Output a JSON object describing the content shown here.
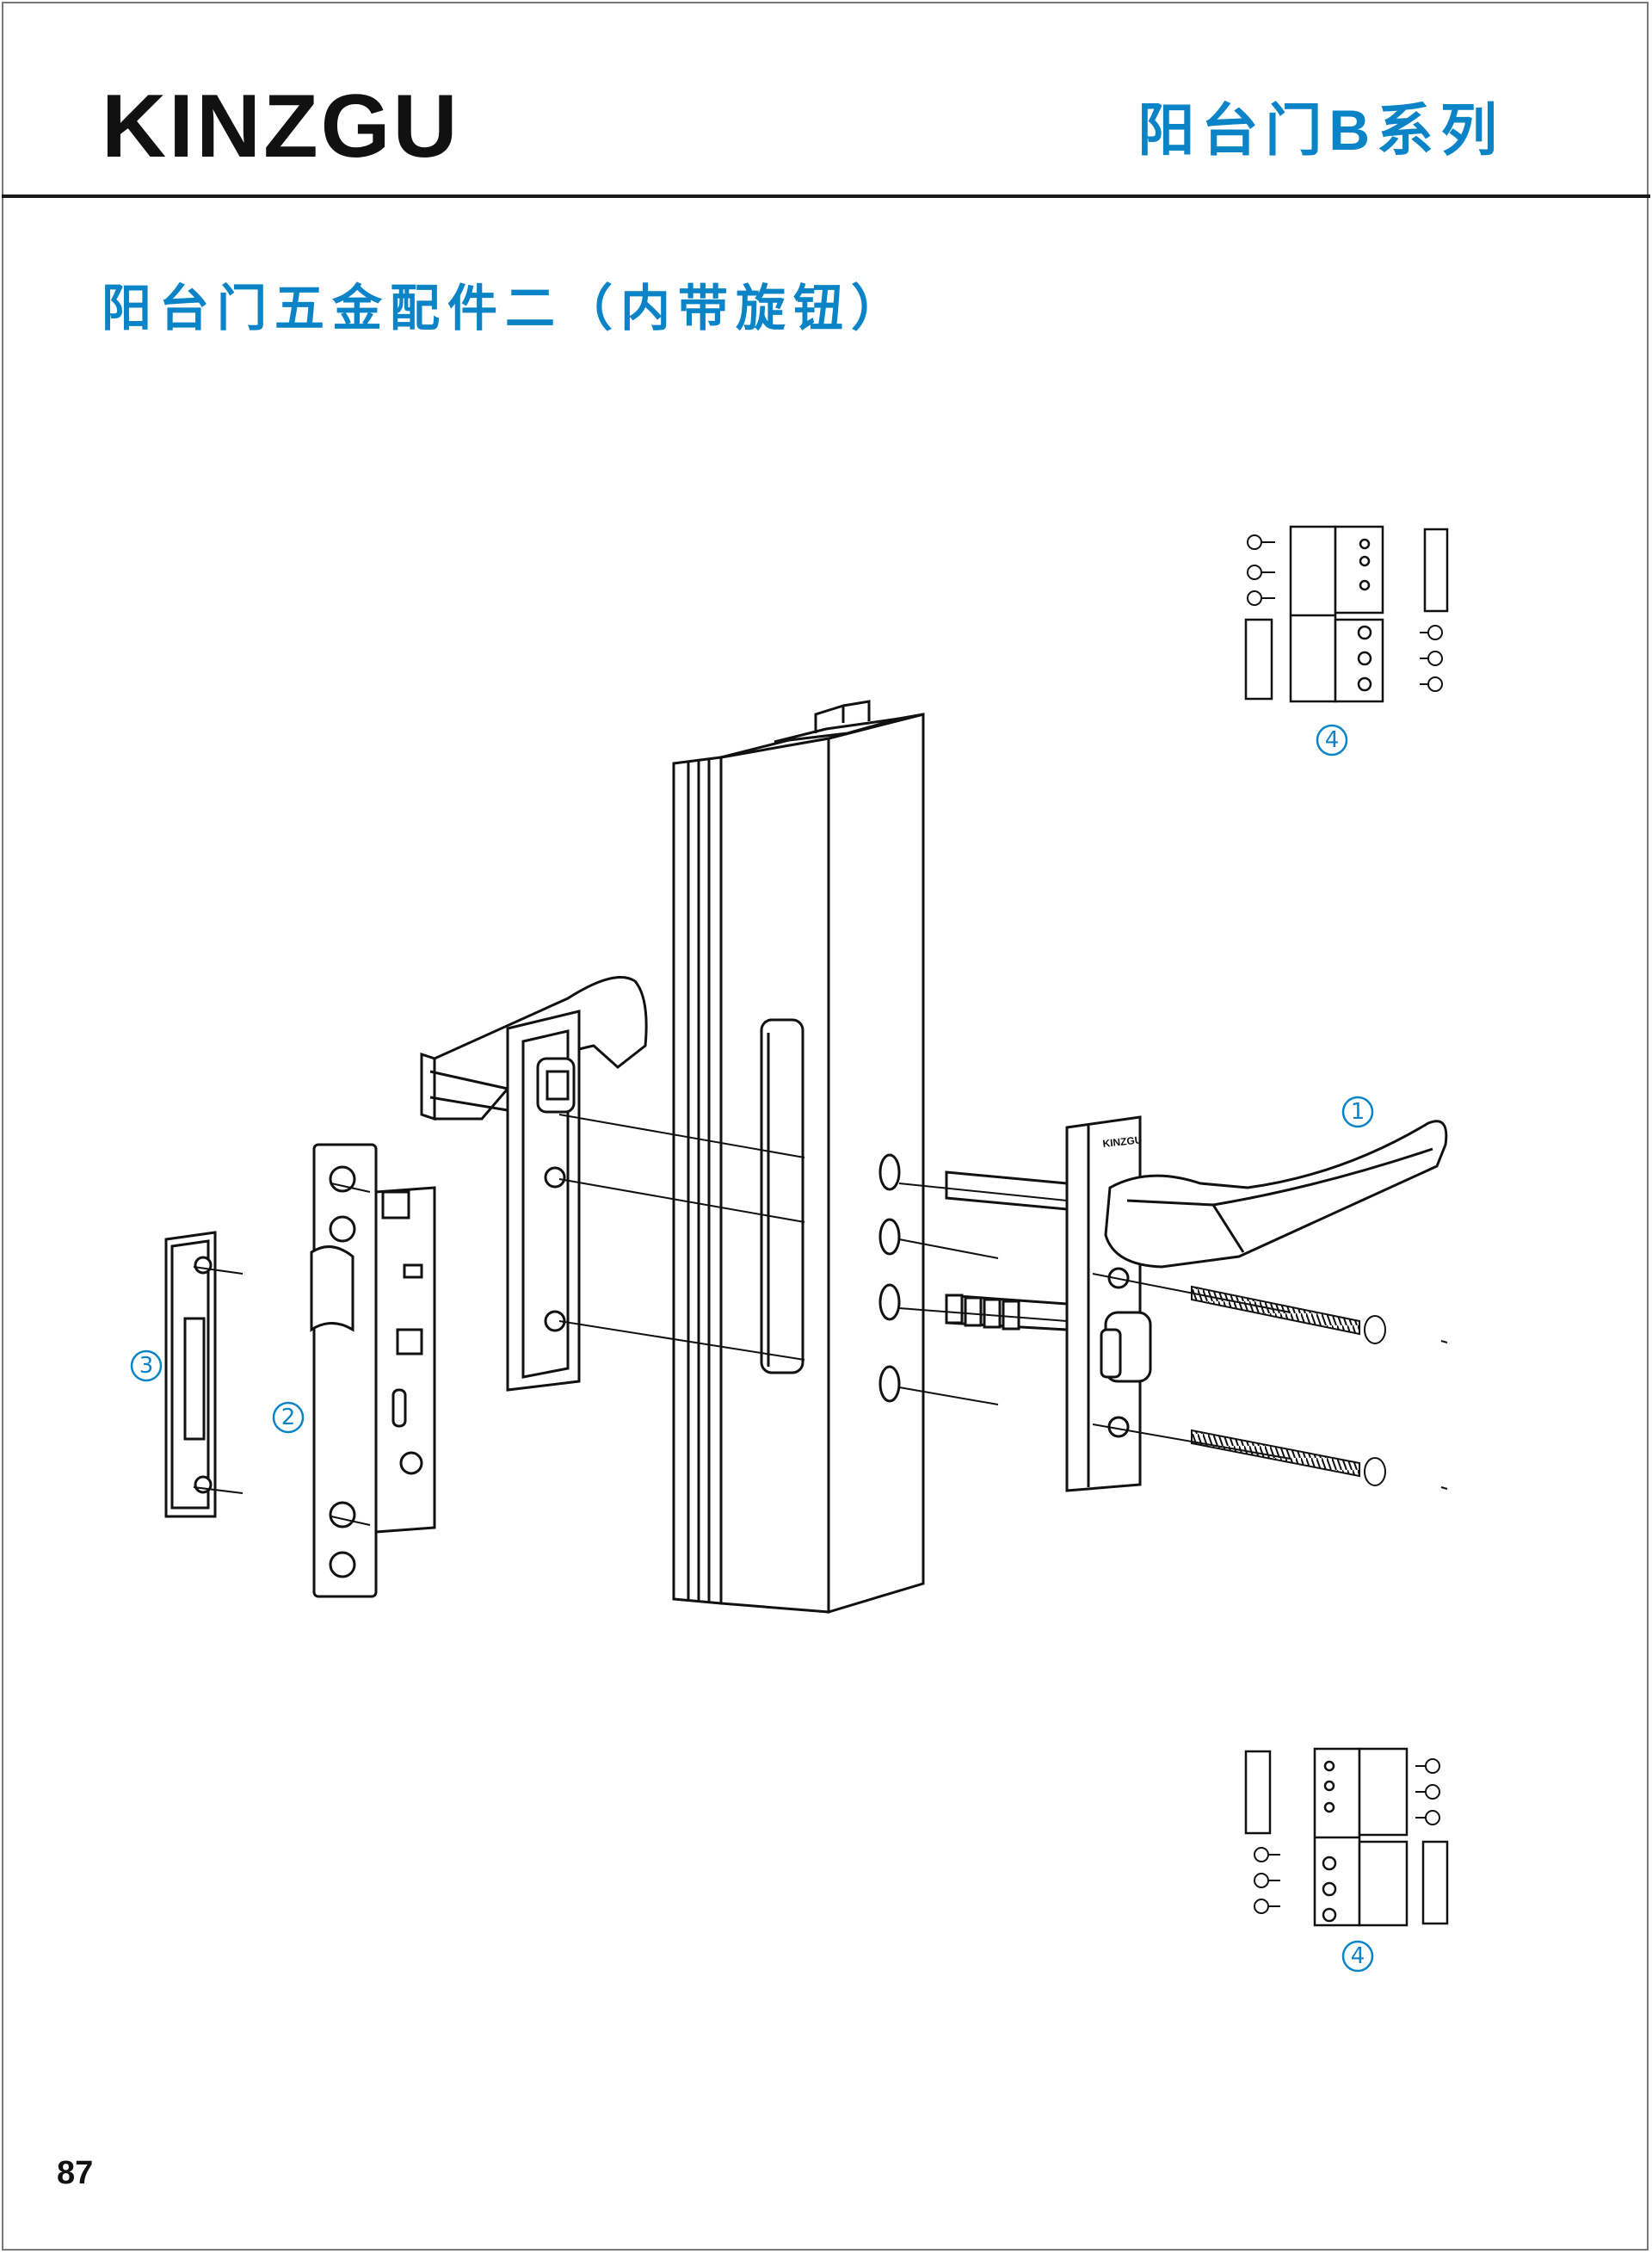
{
  "header": {
    "brand": "KINZGU",
    "series": "阳台门B系列"
  },
  "page_title": "阳台门五金配件二（内带旋钮）",
  "handle_plate_logo": "KINZGU",
  "callouts": {
    "handle": "1",
    "lock_body": "2",
    "strike_plate": "3",
    "hinge_top": "4",
    "hinge_bottom": "4"
  },
  "footer": {
    "page_number": "87"
  },
  "colors": {
    "accent": "#0a84c6",
    "text": "#111111",
    "line": "#1a1a1a"
  }
}
